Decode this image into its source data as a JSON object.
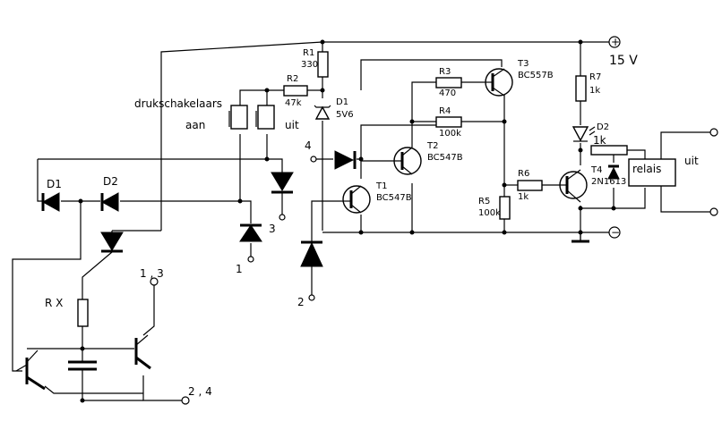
{
  "labels": {
    "supply_plus": "15 V",
    "plus_symbol": "+",
    "minus_symbol": "−",
    "r1_name": "R1",
    "r1_value": "330",
    "r2_name": "R2",
    "r2_value": "47k",
    "d1_name": "D1",
    "d1_value": "5V6",
    "r3_name": "R3",
    "r3_value": "470",
    "r4_name": "R4",
    "r4_value": "100k",
    "t3_name": "T3",
    "t3_type": "BC557B",
    "t2_name": "T2",
    "t2_type": "BC547B",
    "t1_name": "T1",
    "t1_type": "BC547B",
    "r5_name": "R5",
    "r5_value": "100k",
    "r6_name": "R6",
    "r6_value": "1k",
    "r7_name": "R7",
    "r7_value": "1k",
    "d2_right_name": "D2",
    "d2_right_value": "1k",
    "t4_name": "T4",
    "t4_type": "2N1613",
    "relay": "relais",
    "out_right": "uit",
    "switches": "drukschakelaars",
    "switch_on": "aan",
    "switch_off": "uit",
    "left_d1": "D1",
    "left_d2": "D2",
    "rx": "R X",
    "term_4": "4",
    "term_3": "3",
    "term_1": "1",
    "term_2": "2",
    "term_13": "1 , 3",
    "term_24": "2 , 4"
  }
}
